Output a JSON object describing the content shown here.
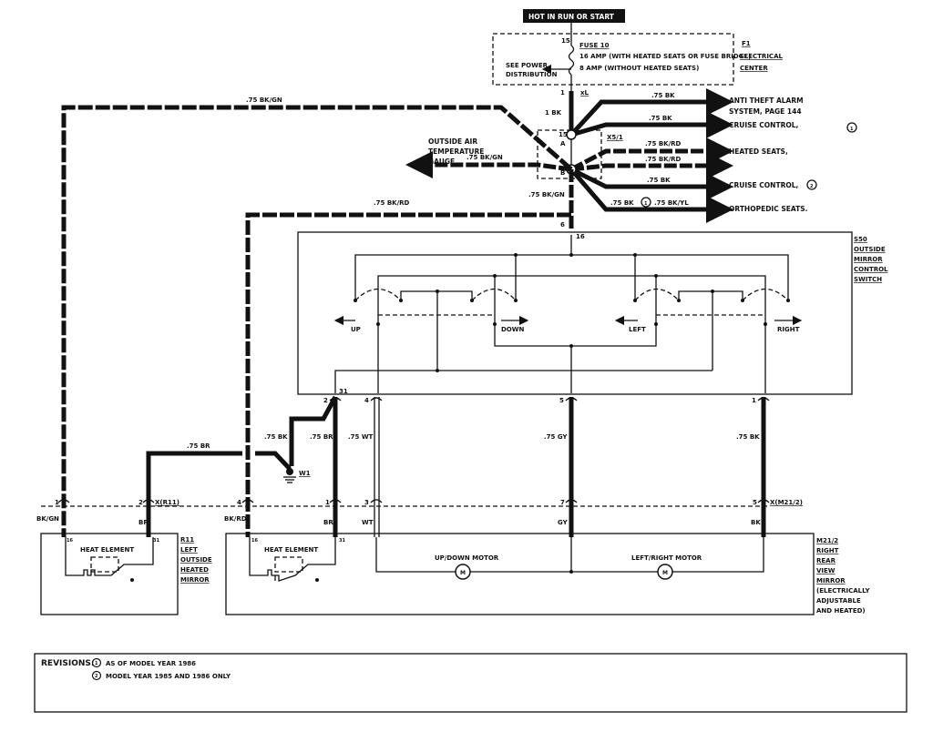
{
  "power": {
    "source": "HOT IN RUN OR START"
  },
  "fuse_block": {
    "pin_in": "15",
    "pin_out": "1",
    "pin_out_tag": "xL",
    "fuse": "FUSE 10",
    "rating_1": "16 AMP (WITH HEATED SEATS OR FUSE BRIDGE)",
    "rating_2": "8 AMP (WITHOUT HEATED SEATS)",
    "see_1": "SEE POWER",
    "see_2": "DISTRIBUTION",
    "id": "F1",
    "name_1": "ELECTRICAL",
    "name_2": "CENTER"
  },
  "splice": {
    "feed": "1 BK",
    "id": "X5/1",
    "node_a_pin": "15",
    "node_a": "A",
    "node_b": "B",
    "out_wire": ".75 BK/GN",
    "out_pin": "6"
  },
  "branches": [
    {
      "wire": ".75 BK",
      "dest_1": "ANTI THEFT ALARM",
      "dest_2": "SYSTEM, PAGE 144"
    },
    {
      "wire": ".75 BK",
      "dest_1": "CRUISE CONTROL,",
      "revision": "1"
    },
    {
      "wire": ".75 BK/RD",
      "dest_1": "HEATED SEATS,"
    },
    {
      "wire": ".75 BK/RD"
    },
    {
      "wire": ".75 BK",
      "dest_1": "CRUISE CONTROL,",
      "revision": "2"
    },
    {
      "wire": ".75 BK",
      "revision": "1",
      "wire_2": ".75 BK/YL",
      "dest_1": "ORTHOPEDIC SEATS."
    }
  ],
  "gauge": {
    "wire": ".75 BK/GN",
    "dest_1": "OUTSIDE AIR",
    "dest_2": "TEMPERATURE",
    "dest_3": "GAUGE."
  },
  "left_feed": {
    "wire": ".75 BK/GN"
  },
  "right_feed": {
    "wire": ".75 BK/RD"
  },
  "switch": {
    "id": "S50",
    "name_1": "OUTSIDE",
    "name_2": "MIRROR",
    "name_3": "CONTROL",
    "name_4": "SWITCH",
    "pin_top": "16",
    "up": "UP",
    "down": "DOWN",
    "left": "LEFT",
    "right": "RIGHT",
    "pins": [
      "2",
      "31",
      "4",
      "5",
      "1"
    ]
  },
  "lower_wires": {
    "bk_ground": ".75 BK",
    "br": ".75 BR",
    "wt": ".75 WT",
    "gy": ".75 GY",
    "bk": ".75 BK",
    "left_br": ".75 BR",
    "ground": "W1"
  },
  "connector": {
    "left_pins": [
      "1",
      "2"
    ],
    "left_id": "X(R11)",
    "right_pins": [
      "4",
      "1",
      "3",
      "7",
      "5"
    ],
    "right_id": "X(M21/2)",
    "colors": [
      "BK/GN",
      "BR",
      "BK/RD",
      "BR",
      "WT",
      "GY",
      "BK"
    ]
  },
  "left_mirror": {
    "pin_a": "16",
    "pin_b": "31",
    "element": "HEAT ELEMENT",
    "id": "R11",
    "name_1": "LEFT",
    "name_2": "OUTSIDE",
    "name_3": "HEATED",
    "name_4": "MIRROR"
  },
  "right_mirror": {
    "pin_a": "16",
    "pin_b": "31",
    "element": "HEAT ELEMENT",
    "motor_1": "UP/DOWN MOTOR",
    "motor_2": "LEFT/RIGHT MOTOR",
    "motor_glyph": "M",
    "id": "M21/2",
    "name_1": "RIGHT",
    "name_2": "REAR",
    "name_3": "VIEW",
    "name_4": "MIRROR",
    "note_1": "(ELECTRICALLY",
    "note_2": "ADJUSTABLE",
    "note_3": "AND HEATED)"
  },
  "revisions": {
    "label": "REVISIONS:",
    "items": [
      {
        "mark": "1",
        "text": "AS OF MODEL YEAR 1986"
      },
      {
        "mark": "2",
        "text": "MODEL YEAR 1985 AND 1986 ONLY"
      }
    ]
  }
}
